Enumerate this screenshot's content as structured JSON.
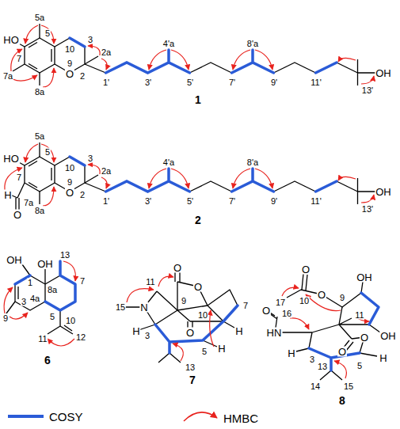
{
  "diagram": {
    "labels": [
      "5a",
      "HO",
      "5",
      "10",
      "3",
      "2a",
      "4'a",
      "8'a",
      "OH",
      "7a",
      "7",
      "9",
      "O",
      "2",
      "8a",
      "1'",
      "3'",
      "5'",
      "7'",
      "9'",
      "11'",
      "13'",
      "1",
      "5a",
      "HO",
      "5",
      "10",
      "3",
      "4'a",
      "8'a",
      "2a",
      "OH",
      "H",
      "7",
      "9",
      "O",
      "2",
      "7a",
      "O",
      "1'",
      "3'",
      "5'",
      "7'",
      "9'",
      "11'",
      "8a",
      "13'",
      "2",
      "1",
      "OH",
      "OH",
      "13",
      "8a",
      "3",
      "9",
      "4a",
      "7",
      "5",
      "10",
      "11",
      "12",
      "6",
      "O",
      "11",
      "O",
      "N",
      "15",
      "9",
      "10",
      "7",
      "H",
      "3",
      "O",
      "H",
      "5",
      "H",
      "13",
      "7",
      "O",
      "OH",
      "17",
      "10",
      "O",
      "9",
      "11",
      "O",
      "16",
      "HN",
      "OH",
      "H",
      "3",
      "O",
      "O",
      "5",
      "H",
      "13",
      "14",
      "15",
      "8"
    ],
    "legend": [
      {
        "text": "COSY"
      },
      {
        "text": "HMBC"
      }
    ]
  }
}
